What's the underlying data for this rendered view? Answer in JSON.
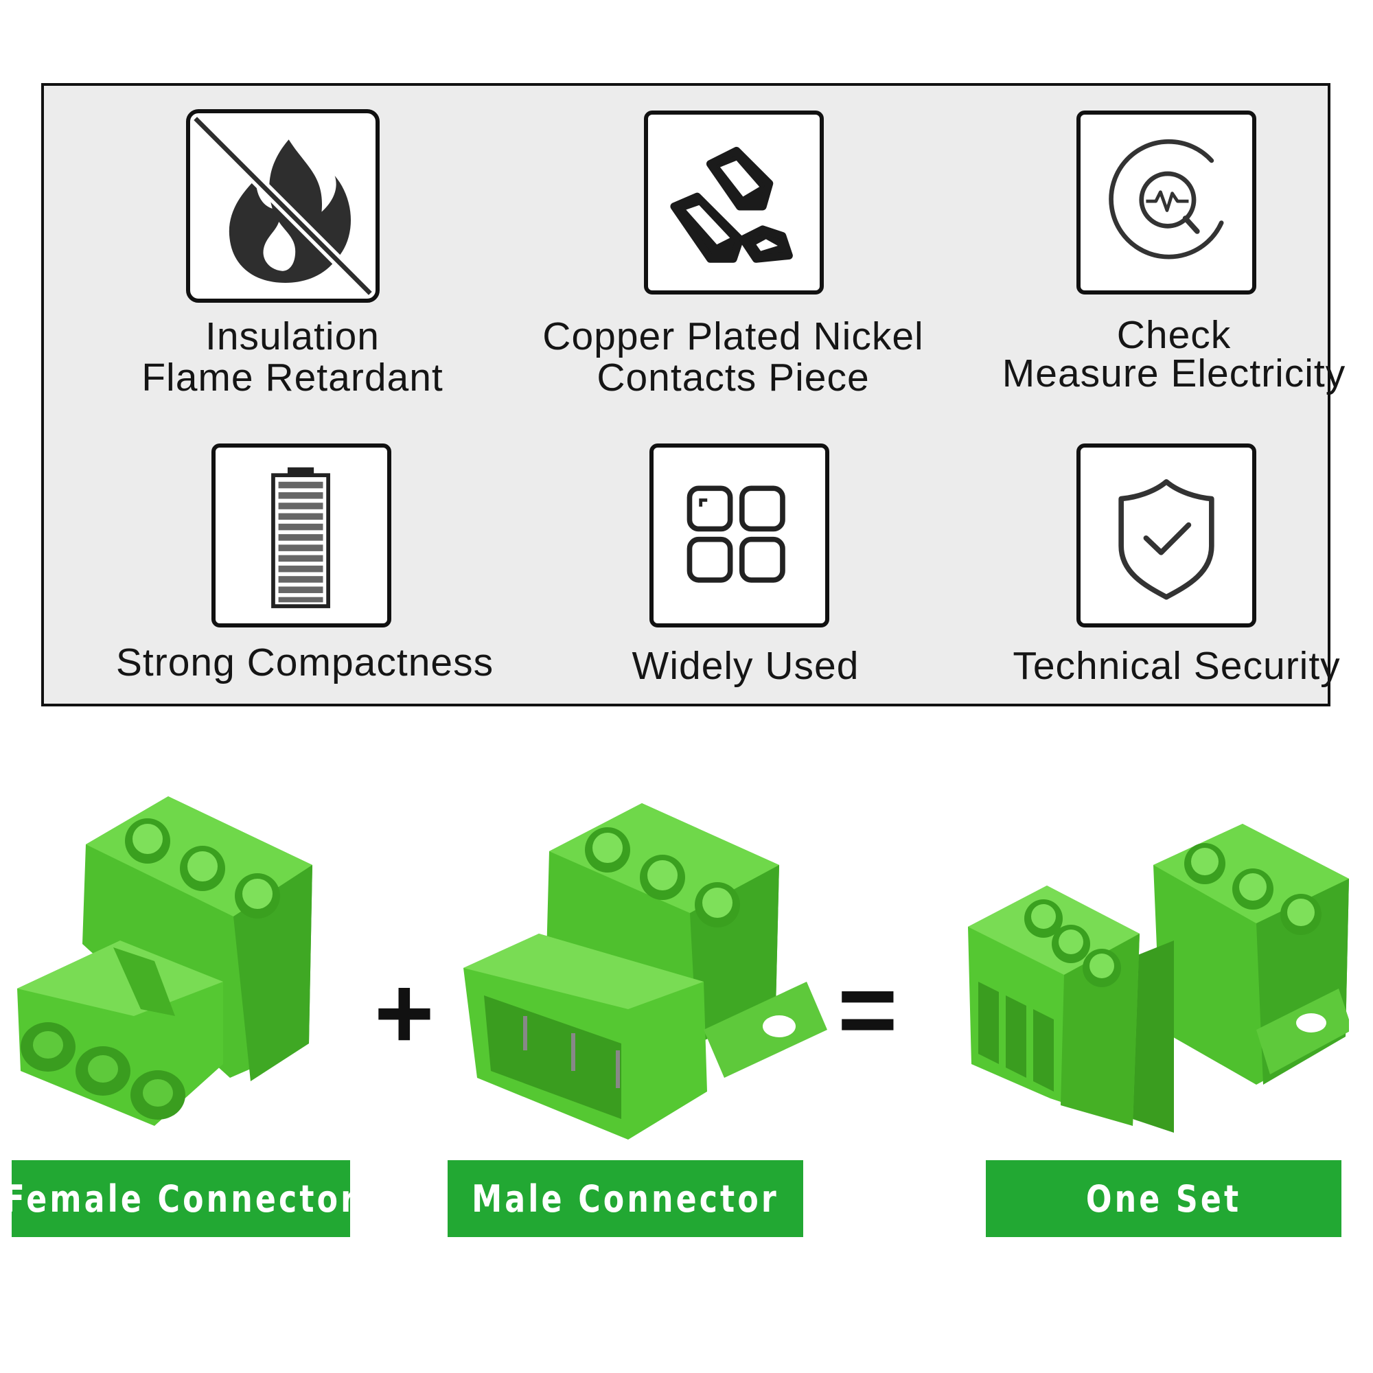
{
  "features": [
    {
      "icon": "no-flame-icon",
      "lines": [
        "Insulation",
        "Flame Retardant"
      ]
    },
    {
      "icon": "metal-bars-icon",
      "lines": [
        "Copper Plated Nickel",
        "Contacts Piece"
      ]
    },
    {
      "icon": "measure-scan-icon",
      "lines": [
        "Check",
        "Measure Electricity"
      ]
    },
    {
      "icon": "battery-icon",
      "lines": [
        "Strong Compactness"
      ]
    },
    {
      "icon": "grid-squares-icon",
      "lines": [
        "Widely Used"
      ]
    },
    {
      "icon": "shield-check-icon",
      "lines": [
        "Technical Security"
      ]
    }
  ],
  "operators": {
    "plus": "+",
    "equals": "="
  },
  "products": [
    {
      "image": "female-connector-image",
      "caption": "Female Connector"
    },
    {
      "image": "male-connector-image",
      "caption": "Male Connector"
    },
    {
      "image": "connector-set-image",
      "caption": "One Set"
    }
  ],
  "colors": {
    "connector_green": "#5fcf3a",
    "caption_green": "#22a833",
    "panel_gray": "#ececec"
  }
}
